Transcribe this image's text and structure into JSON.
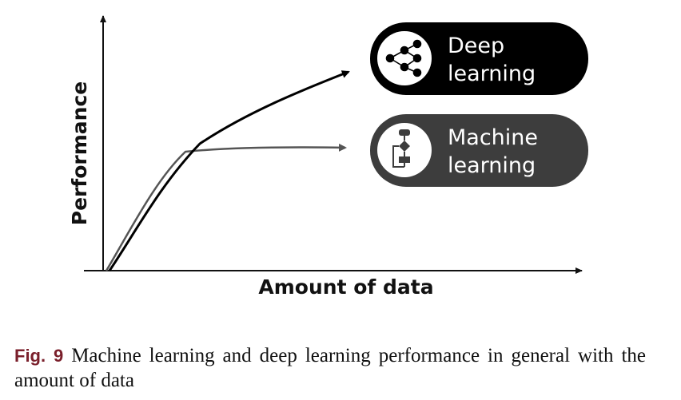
{
  "diagram": {
    "y_axis_label": "Performance",
    "x_axis_label": "Amount of data",
    "legend": [
      {
        "id": "deep",
        "lines": [
          "Deep",
          "learning"
        ],
        "color": "#000000",
        "icon": "neural-network-icon"
      },
      {
        "id": "machine",
        "lines": [
          "Machine",
          "learning"
        ],
        "color": "#3d3d3d",
        "icon": "flowchart-icon"
      }
    ],
    "curves": [
      {
        "id": "deep",
        "trend": "keeps rising with more data",
        "color": "#000000"
      },
      {
        "id": "machine",
        "trend": "rises then plateaus",
        "color": "#555555"
      }
    ]
  },
  "caption": {
    "number": "Fig. 9",
    "text": "Machine learning and deep learning performance in general with the amount of data"
  }
}
